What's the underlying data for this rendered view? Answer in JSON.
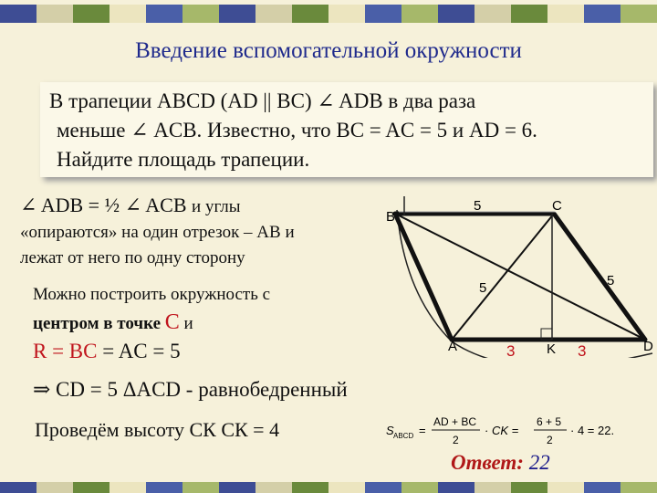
{
  "title": "Введение вспомогательной окружности",
  "task": {
    "line1": "В трапеции ABCD (AD || BC) ∠ ADB в два раза",
    "line2": "меньше ∠ ACB. Известно, что  BC = AC = 5 и AD = 6.",
    "line3": "Найдите площадь  трапеции."
  },
  "notes": {
    "angle_eq": "∠ ADB = ½ ∠ ACB",
    "angle_eq_tail": "и углы",
    "support1": "«опираются» на один отрезок – АВ и",
    "support2": "лежат от него по одну сторону",
    "circle1": "Можно построить окружность с",
    "circle2a": "центром в точке",
    "circle2b": "С",
    "circle2c": "и",
    "radius_a": "R = BC",
    "radius_b": "= AC = 5",
    "cd": "⇒ CD = 5   ΔACD  - равнобедренный",
    "height": "Проведём высоту СК   СК = 4"
  },
  "formula": {
    "s": "S",
    "sub": "ABCD",
    "eq": "=",
    "num": "AD + BC",
    "den": "2",
    "mid": "· CK =",
    "num2": "6 + 5",
    "den2": "2",
    "tail": "· 4 = 22."
  },
  "answer": {
    "label": "Ответ:",
    "value": "22"
  },
  "diagram": {
    "labels": {
      "B": "B",
      "C": "C",
      "A": "A",
      "K": "K",
      "D": "D"
    },
    "lengths": {
      "bc": "5",
      "cd": "5",
      "ac": "5",
      "ak": "3",
      "kd": "3"
    },
    "colors": {
      "trapezoid": "#111111",
      "arc": "#222222",
      "red": "#c0141c"
    }
  },
  "colors": {
    "stripe": [
      "#3e4d94",
      "#c8c8a0",
      "#5d7a3a",
      "#e0d8b0",
      "#4a5fa8",
      "#a6b86a"
    ],
    "title": "#1f2a8c"
  }
}
